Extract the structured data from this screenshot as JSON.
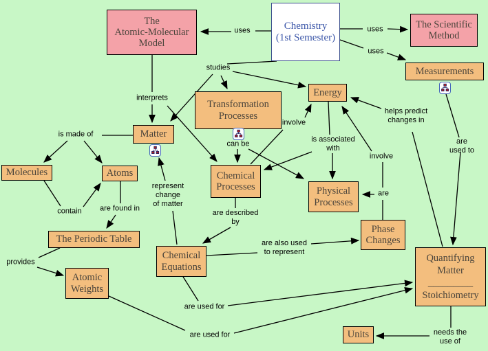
{
  "nodes": {
    "amm": "The\nAtomic-Molecular\nModel",
    "chemistry": "Chemistry\n(1st Semester)",
    "scientific_method": "The Scientific\nMethod",
    "measurements": "Measurements",
    "energy": "Energy",
    "transformation": "Transformation\nProcesses",
    "matter": "Matter",
    "molecules": "Molecules",
    "atoms": "Atoms",
    "chemical_processes": "Chemical\nProcesses",
    "physical_processes": "Physical\nProcesses",
    "phase_changes": "Phase\nChanges",
    "periodic_table": "The Periodic Table",
    "atomic_weights": "Atomic\nWeights",
    "chemical_equations": "Chemical\nEquations",
    "quantifying": "Quantifying\nMatter\n_________\nStoichiometry",
    "units": "Units"
  },
  "labels": {
    "uses_left": "uses",
    "uses_right_top": "uses",
    "uses_right_bottom": "uses",
    "studies": "studies",
    "interprets": "interprets",
    "is_made_of": "is made of",
    "contain": "contain",
    "are_found_in": "are found in",
    "represent_change": "represent\nchange\nof matter",
    "can_be": "can be",
    "involve_left": "involve",
    "is_associated_with": "is associated\nwith",
    "involve_right": "involve",
    "helps_predict": "helps predict\nchanges in",
    "are_used_to": "are used to",
    "are": "are",
    "are_described_by": "are described\nby",
    "are_also_used": "are also used\nto represent",
    "are_used_for_1": "are used for",
    "are_used_for_2": "are used for",
    "provides": "provides",
    "needs_use_of": "needs the\nuse of"
  },
  "colors": {
    "background": "#C8F7C6",
    "node_orange": "#F3BE7E",
    "node_pink": "#F4A2A8",
    "node_white": "#FFFFFF",
    "chemistry_text": "#3A55A8",
    "node_text": "#4A443B",
    "line": "#000000"
  },
  "icons": {
    "linked_resources": "linked-resources-icon (appears under Matter, Transformation Processes and Measurements)"
  },
  "edges": [
    {
      "from": "Chemistry (1st Semester)",
      "label": "uses",
      "to": "The Atomic-Molecular Model"
    },
    {
      "from": "Chemistry (1st Semester)",
      "label": "uses",
      "to": "The Scientific Method"
    },
    {
      "from": "Chemistry (1st Semester)",
      "label": "uses",
      "to": "Measurements"
    },
    {
      "from": "Chemistry (1st Semester)",
      "label": "studies",
      "to": "Matter"
    },
    {
      "from": "Chemistry (1st Semester)",
      "label": "studies",
      "to": "Transformation Processes"
    },
    {
      "from": "Chemistry (1st Semester)",
      "label": "studies",
      "to": "Energy"
    },
    {
      "from": "The Atomic-Molecular Model",
      "label": "interprets",
      "to": "Matter"
    },
    {
      "from": "The Atomic-Molecular Model",
      "label": "interprets",
      "to": "Chemical Processes"
    },
    {
      "from": "Matter",
      "label": "is made of",
      "to": "Molecules"
    },
    {
      "from": "Matter",
      "label": "is made of",
      "to": "Atoms"
    },
    {
      "from": "Molecules",
      "label": "contain",
      "to": "Atoms"
    },
    {
      "from": "Atoms",
      "label": "are found in",
      "to": "The Periodic Table"
    },
    {
      "from": "The Periodic Table",
      "label": "provides",
      "to": "Atomic Weights"
    },
    {
      "from": "Chemical Equations",
      "label": "represent change of matter",
      "to": "Matter"
    },
    {
      "from": "Transformation Processes",
      "label": "can be",
      "to": "Chemical Processes"
    },
    {
      "from": "Transformation Processes",
      "label": "can be",
      "to": "Physical Processes"
    },
    {
      "from": "Chemical Processes",
      "label": "involve",
      "to": "Energy"
    },
    {
      "from": "Energy",
      "label": "is associated with",
      "to": "Physical Processes"
    },
    {
      "from": "Energy",
      "label": "is associated with",
      "to": "Chemical Processes"
    },
    {
      "from": "Phase Changes",
      "label": "are",
      "to": "Physical Processes"
    },
    {
      "from": "Phase Changes",
      "label": "involve",
      "to": "Energy"
    },
    {
      "from": "Quantifying Matter / Stoichiometry",
      "label": "helps predict changes in",
      "to": "Energy"
    },
    {
      "from": "Measurements",
      "label": "are used to",
      "to": "Quantifying Matter / Stoichiometry"
    },
    {
      "from": "Chemical Processes",
      "label": "are described by",
      "to": "Chemical Equations"
    },
    {
      "from": "Chemical Equations",
      "label": "are also used to represent",
      "to": "Phase Changes"
    },
    {
      "from": "Chemical Equations",
      "label": "are used for",
      "to": "Quantifying Matter / Stoichiometry"
    },
    {
      "from": "Atomic Weights",
      "label": "are used for",
      "to": "Quantifying Matter / Stoichiometry"
    },
    {
      "from": "Quantifying Matter / Stoichiometry",
      "label": "needs the use of",
      "to": "Units"
    }
  ]
}
